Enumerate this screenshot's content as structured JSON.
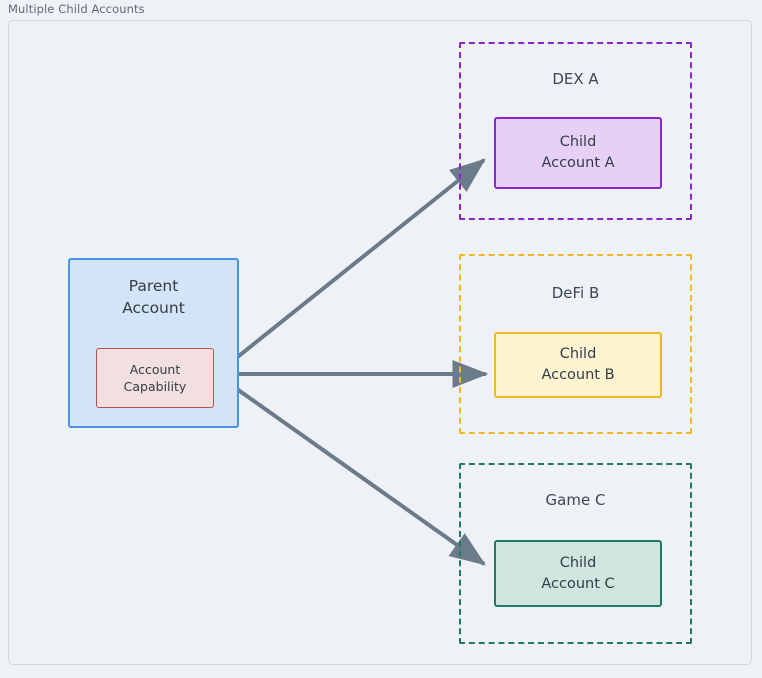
{
  "diagram": {
    "title": "Multiple Child Accounts",
    "background_color": "#eef1f5",
    "frame_border_color": "#cfd8e0",
    "arrow_color": "#6c7b8a"
  },
  "parent": {
    "label_line1": "Parent",
    "label_line2": "Account",
    "fill_color": "#d4e4f7",
    "border_color": "#4a93e0",
    "capability": {
      "label_line1": "Account",
      "label_line2": "Capability",
      "fill_color": "#f2dfdf",
      "border_color": "#b5534f"
    }
  },
  "groups": [
    {
      "label": "DEX A",
      "border_color": "#8e24cc",
      "child": {
        "label_line1": "Child",
        "label_line2": "Account A",
        "fill_color": "#e7d0f6",
        "border_color": "#8e24cc"
      }
    },
    {
      "label": "DeFi B",
      "border_color": "#f2b824",
      "child": {
        "label_line1": "Child",
        "label_line2": "Account B",
        "fill_color": "#fdf3d0",
        "border_color": "#f2b824"
      }
    },
    {
      "label": "Game C",
      "border_color": "#1f7a63",
      "child": {
        "label_line1": "Child",
        "label_line2": "Account C",
        "fill_color": "#cfe5dd",
        "border_color": "#1f7a63"
      }
    }
  ],
  "edges": [
    {
      "from": "Account Capability",
      "to": "Child Account A",
      "label": ""
    },
    {
      "from": "Account Capability",
      "to": "Child Account B",
      "label": ""
    },
    {
      "from": "Account Capability",
      "to": "Child Account C",
      "label": ""
    }
  ]
}
